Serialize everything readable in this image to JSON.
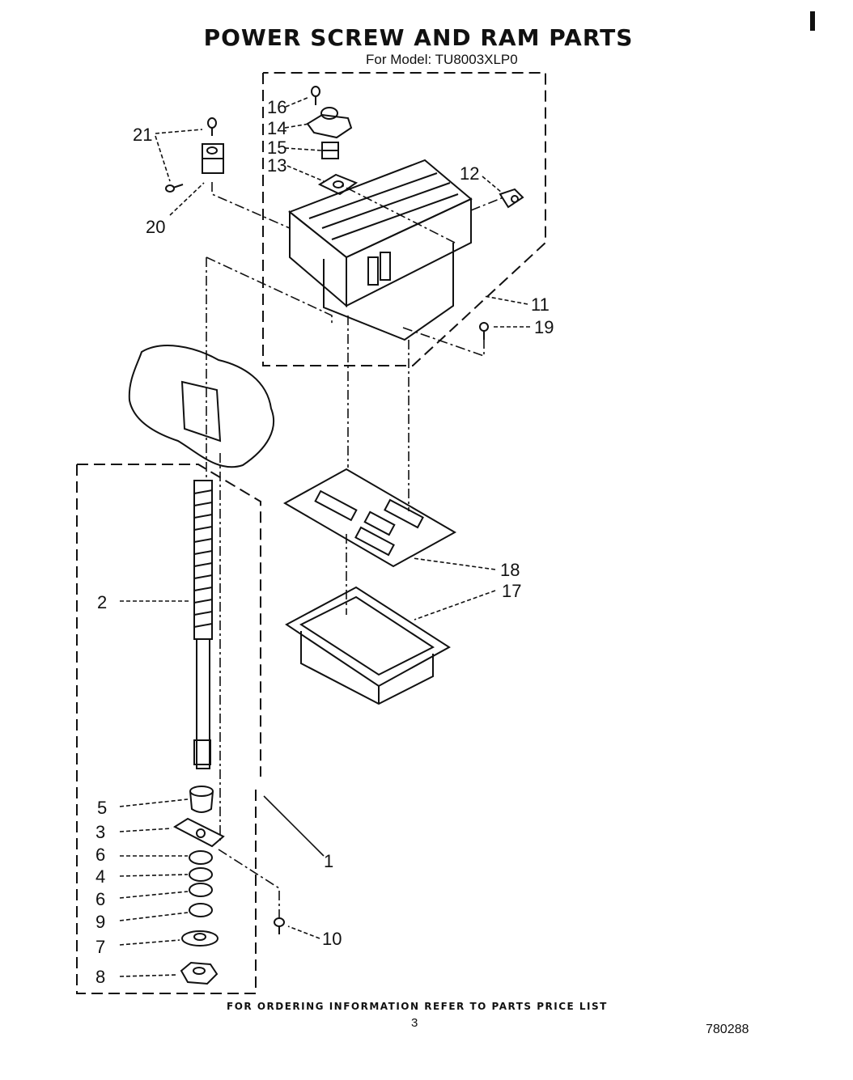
{
  "header": {
    "title": "POWER SCREW AND RAM PARTS",
    "model": "For Model: TU8003XLP0"
  },
  "footer": {
    "note": "FOR ORDERING INFORMATION REFER TO PARTS PRICE LIST",
    "page_number": "3",
    "doc_number": "780288"
  },
  "callouts": {
    "c1": "1",
    "c2": "2",
    "c3": "3",
    "c4": "4",
    "c5": "5",
    "c6a": "6",
    "c6b": "6",
    "c7": "7",
    "c8": "8",
    "c9": "9",
    "c10": "10",
    "c11": "11",
    "c12": "12",
    "c13": "13",
    "c14": "14",
    "c15": "15",
    "c16": "16",
    "c17": "17",
    "c18": "18",
    "c19": "19",
    "c20": "20",
    "c21": "21"
  }
}
